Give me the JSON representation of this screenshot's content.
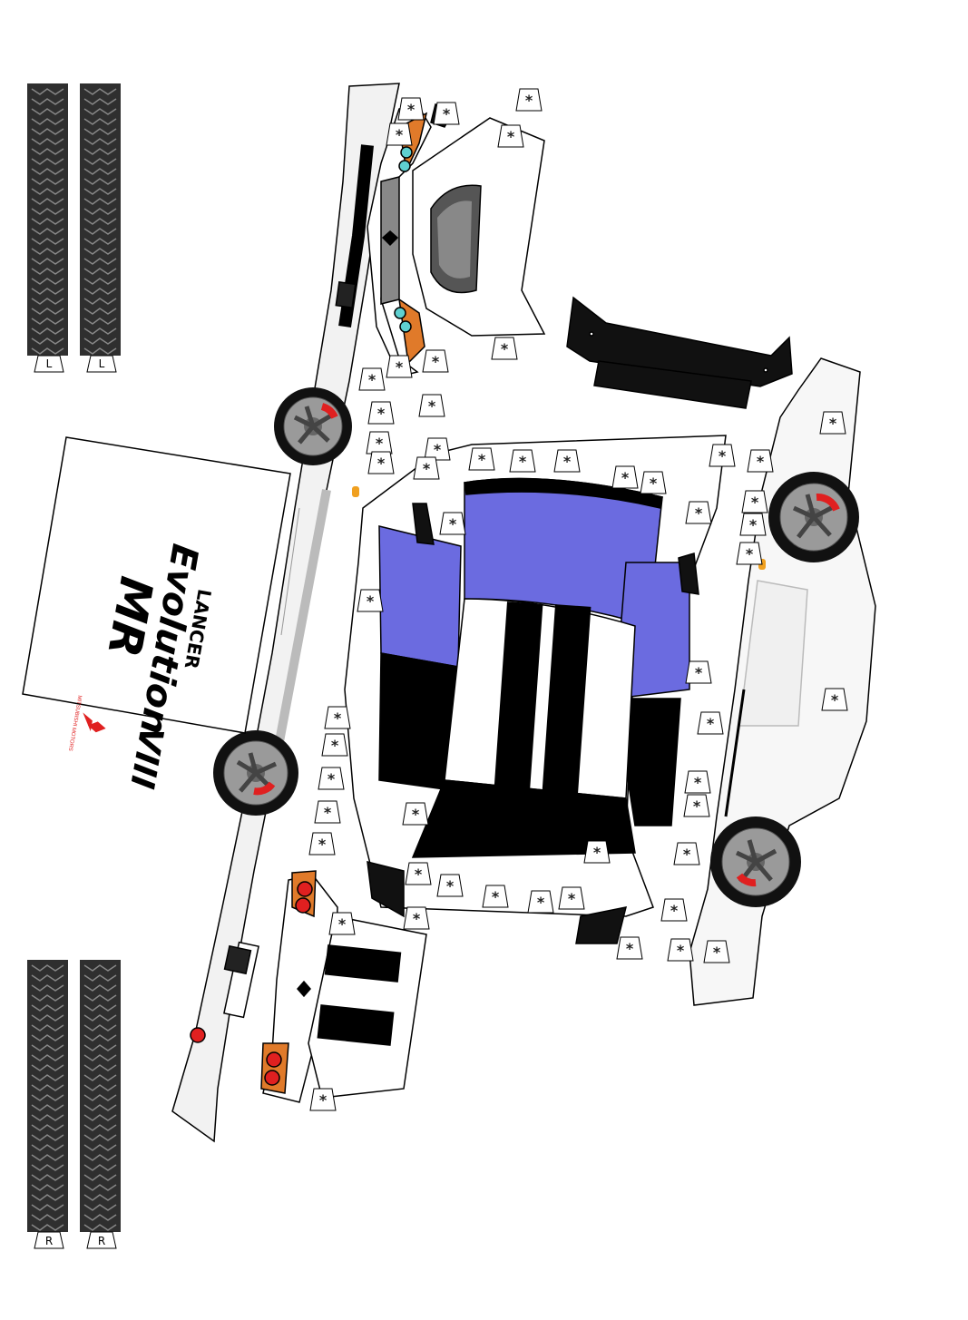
{
  "tires": {
    "top_left_label": "L",
    "top_right_label": "L",
    "bottom_left_label": "R",
    "bottom_right_label": "R"
  },
  "banner": {
    "line1": "LANCER",
    "line2": "Evolution",
    "line2_suffix": "VIII",
    "line3": "MR",
    "brand_caption": "MITSUBISHI MOTORS"
  },
  "glue_mark": "*",
  "colors": {
    "roof_glass": "#6b6be0",
    "body": "#ffffff",
    "tire": "#3a3a3a",
    "orange_accent": "#e07a2a",
    "tail_light": "#e02020",
    "stripe": "#000000"
  }
}
